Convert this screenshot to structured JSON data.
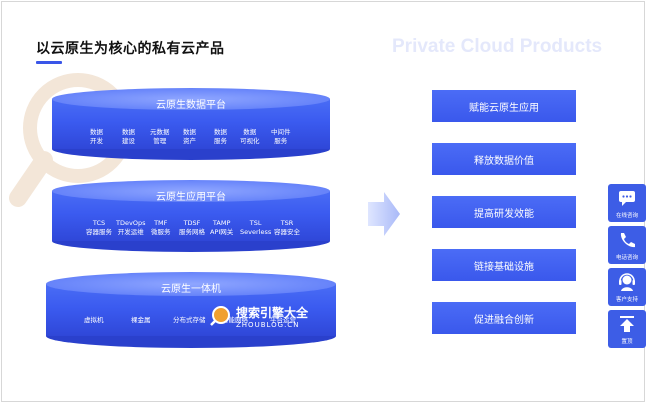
{
  "header": {
    "title": "以云原生为核心的私有云产品",
    "bg_title": "Private Cloud Products"
  },
  "watermark": {
    "text": "搜索引擎大全",
    "url": "ZHOUBLOG.CN"
  },
  "layers": [
    {
      "title": "云原生数据平台",
      "items": [
        {
          "line1": "数据",
          "line2": "开发"
        },
        {
          "line1": "数据",
          "line2": "建设"
        },
        {
          "line1": "元数据",
          "line2": "管理"
        },
        {
          "line1": "数据",
          "line2": "资产"
        },
        {
          "line1": "数据",
          "line2": "服务"
        },
        {
          "line1": "数据",
          "line2": "可视化"
        },
        {
          "line1": "中间件",
          "line2": "服务"
        }
      ]
    },
    {
      "title": "云原生应用平台",
      "items": [
        {
          "line1": "TCS",
          "line2": "容器服务"
        },
        {
          "line1": "TDevOps",
          "line2": "开发运维"
        },
        {
          "line1": "TMF",
          "line2": "微服务"
        },
        {
          "line1": "TDSF",
          "line2": "服务网格"
        },
        {
          "line1": "TAMP",
          "line2": "API网关"
        },
        {
          "line1": "TSL",
          "line2": "Severless"
        },
        {
          "line1": "TSR",
          "line2": "容器安全"
        }
      ]
    },
    {
      "title": "云原生一体机",
      "items": [
        {
          "line1": "虚拟机"
        },
        {
          "line1": "裸金属"
        },
        {
          "line1": "分布式存储"
        },
        {
          "line1": "智能网络"
        },
        {
          "line1": "平台运营"
        }
      ]
    }
  ],
  "values": [
    "赋能云原生应用",
    "释放数据价值",
    "提高研发效能",
    "链接基础设施",
    "促进融合创新"
  ],
  "side_widget": [
    {
      "label": "在线咨询",
      "icon": "chat-icon"
    },
    {
      "label": "电话咨询",
      "icon": "phone-icon"
    },
    {
      "label": "客户支持",
      "icon": "headset-icon"
    },
    {
      "label": "置顶",
      "icon": "back-to-top-icon"
    }
  ]
}
